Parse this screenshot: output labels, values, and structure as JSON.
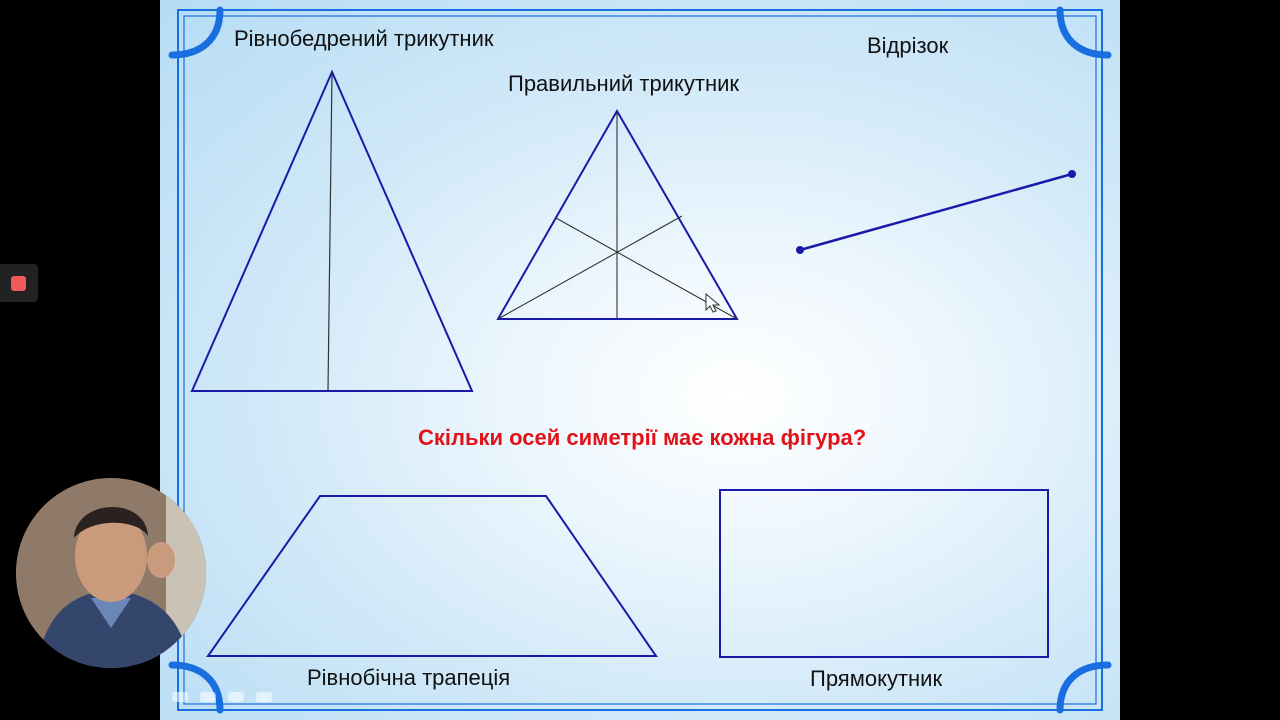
{
  "slide": {
    "labels": {
      "isosceles_triangle": "Рівнобедрений трикутник",
      "equilateral_triangle": "Правильний трикутник",
      "segment": "Відрізок",
      "isosceles_trapezoid": "Рівнобічна трапеція",
      "rectangle": "Прямокутник"
    },
    "question": "Скільки осей симетрії має кожна фігура?"
  },
  "colors": {
    "frame": "#1a6fe0",
    "shape_stroke": "#1a1aa8",
    "question": "#e0131a"
  },
  "recorder": {
    "icon": "record-stop-icon"
  },
  "webcam": {
    "icon": "presenter-video"
  }
}
